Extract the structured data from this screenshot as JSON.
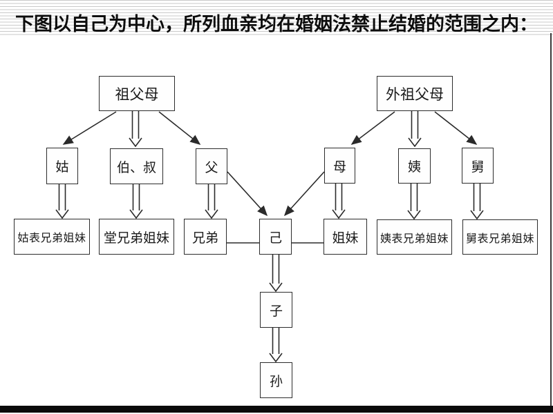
{
  "slide": {
    "title": "下图以自己为中心，所列血亲均在婚姻法禁止结婚的范围之内："
  },
  "nodes": {
    "zufumu": "祖父母",
    "waizufumu": "外祖父母",
    "gu": "姑",
    "boshu": "伯、叔",
    "fu": "父",
    "mu": "母",
    "yi": "姨",
    "jiu": "舅",
    "gubiao": "姑表兄弟姐妹",
    "tangxiongdi": "堂兄弟姐妹",
    "xiongdi": "兄弟",
    "ji": "己",
    "jiemei": "姐妹",
    "yibiao": "姨表兄弟姐妹",
    "jiubiao": "舅表兄弟姐妹",
    "zi": "子",
    "sun": "孙"
  },
  "edges": [
    {
      "from": "祖父母",
      "to": "姑",
      "style": "solid-arrow"
    },
    {
      "from": "祖父母",
      "to": "伯、叔",
      "style": "hollow-arrow"
    },
    {
      "from": "祖父母",
      "to": "父",
      "style": "solid-arrow"
    },
    {
      "from": "外祖父母",
      "to": "母",
      "style": "solid-arrow"
    },
    {
      "from": "外祖父母",
      "to": "姨",
      "style": "hollow-arrow"
    },
    {
      "from": "外祖父母",
      "to": "舅",
      "style": "solid-arrow"
    },
    {
      "from": "姑",
      "to": "姑表兄弟姐妹",
      "style": "hollow-arrow"
    },
    {
      "from": "伯、叔",
      "to": "堂兄弟姐妹",
      "style": "hollow-arrow"
    },
    {
      "from": "父",
      "to": "兄弟",
      "style": "hollow-arrow"
    },
    {
      "from": "父",
      "to": "己",
      "style": "solid-arrow"
    },
    {
      "from": "母",
      "to": "己",
      "style": "solid-arrow"
    },
    {
      "from": "母",
      "to": "姐妹",
      "style": "hollow-arrow"
    },
    {
      "from": "姨",
      "to": "姨表兄弟姐妹",
      "style": "hollow-arrow"
    },
    {
      "from": "舅",
      "to": "舅表兄弟姐妹",
      "style": "hollow-arrow"
    },
    {
      "from": "兄弟",
      "to": "己",
      "style": "plain-line"
    },
    {
      "from": "己",
      "to": "姐妹",
      "style": "plain-line"
    },
    {
      "from": "己",
      "to": "子",
      "style": "hollow-arrow"
    },
    {
      "from": "子",
      "to": "孙",
      "style": "hollow-arrow"
    }
  ],
  "colors": {
    "line": "#2b2b2b",
    "stripe": "#c9c9c9",
    "footer_bar": "#0a0a0a",
    "background": "#ffffff"
  }
}
